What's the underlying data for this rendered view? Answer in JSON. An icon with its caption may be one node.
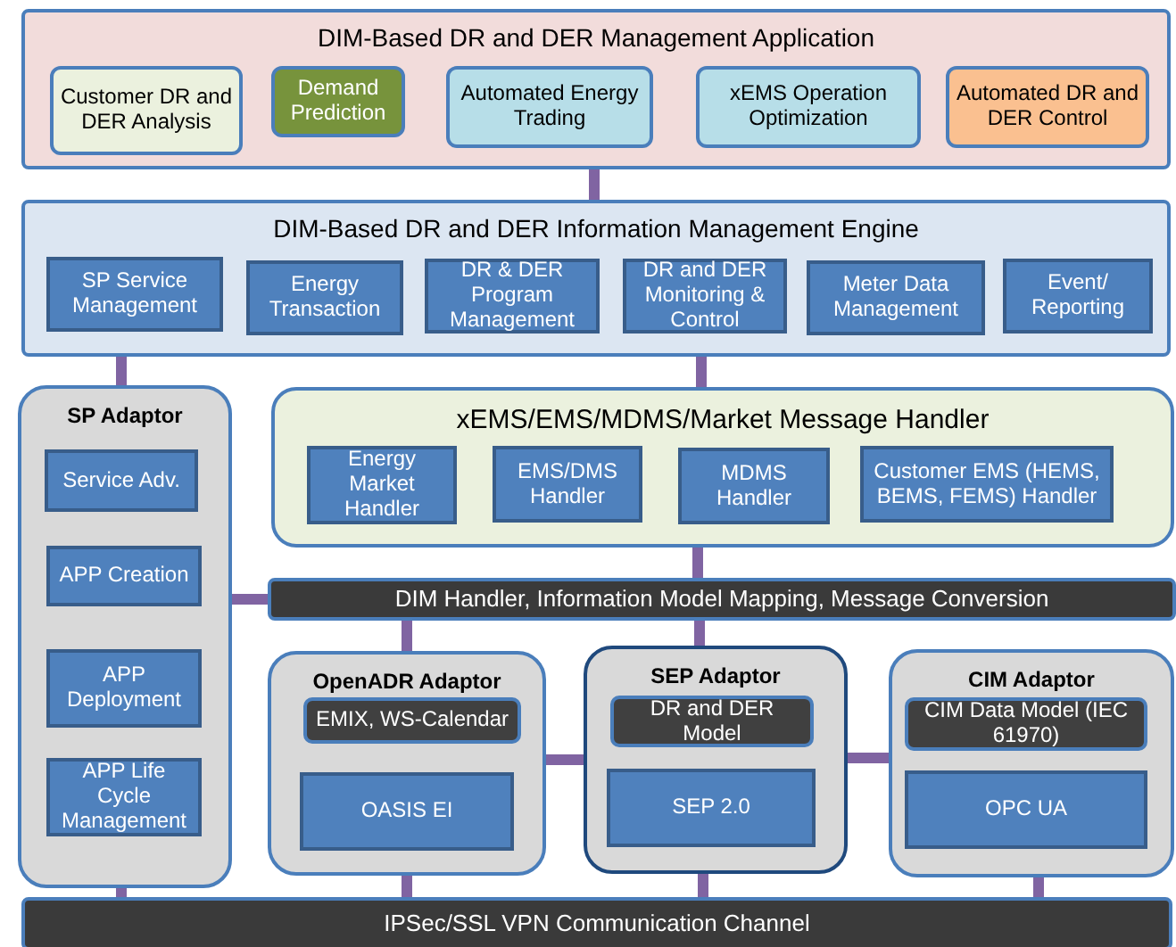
{
  "diagram": {
    "nodes": [
      {
        "text": [
          "DIM-Based DR and DER Management Application"
        ]
      },
      {
        "text": [
          "Customer DR and DER Analysis"
        ],
        "in": 0
      },
      {
        "text": [
          "Demand Prediction"
        ],
        "in": 0
      },
      {
        "text": [
          "Automated Energy Trading"
        ],
        "in": 0
      },
      {
        "text": [
          "xEMS Operation Optimization"
        ],
        "in": 0
      },
      {
        "text": [
          "Automated DR and DER Control"
        ],
        "in": 0
      },
      {
        "text": [
          "DIM-Based DR and DER Information Management Engine"
        ]
      },
      {
        "text": [
          "SP Service Management"
        ],
        "in": 6
      },
      {
        "text": [
          "Energy Transaction"
        ],
        "in": 6
      },
      {
        "text": [
          "DR & DER Program Management"
        ],
        "in": 6
      },
      {
        "text": [
          "DR and DER Monitoring & Control"
        ],
        "in": 6
      },
      {
        "text": [
          "Meter Data Management"
        ],
        "in": 6
      },
      {
        "text": [
          "Event/ Reporting"
        ],
        "in": 6
      },
      {
        "text": [
          "SP Adaptor"
        ]
      },
      {
        "text": [
          "Service Adv."
        ],
        "in": 13
      },
      {
        "text": [
          "APP Creation"
        ],
        "in": 13
      },
      {
        "text": [
          "APP Deployment"
        ],
        "in": 13
      },
      {
        "text": [
          "APP Life Cycle Management"
        ],
        "in": 13
      },
      {
        "text": [
          "xEMS/EMS/MDMS/Market Message Handler"
        ]
      },
      {
        "text": [
          "Energy Market Handler"
        ],
        "in": 18
      },
      {
        "text": [
          "EMS/DMS Handler"
        ],
        "in": 18
      },
      {
        "text": [
          "MDMS Handler"
        ],
        "in": 18
      },
      {
        "text": [
          "Customer EMS (HEMS, BEMS, FEMS) Handler"
        ],
        "in": 18
      },
      {
        "text": [
          "DIM Handler, Information Model Mapping, Message Conversion"
        ]
      },
      {
        "text": [
          "OpenADR Adaptor"
        ]
      },
      {
        "text": [
          "EMIX, WS-Calendar"
        ],
        "in": 24
      },
      {
        "text": [
          "OASIS EI"
        ],
        "in": 24
      },
      {
        "text": [
          "SEP Adaptor"
        ]
      },
      {
        "text": [
          "DR and DER Model"
        ],
        "in": 27
      },
      {
        "text": [
          "SEP 2.0"
        ],
        "in": 27
      },
      {
        "text": [
          "CIM Adaptor"
        ]
      },
      {
        "text": [
          "CIM Data Model (IEC 61970)"
        ],
        "in": 30
      },
      {
        "text": [
          "OPC UA"
        ],
        "in": 30
      },
      {
        "text": [
          "IPSec/SSL VPN Communication Channel"
        ]
      }
    ],
    "edges": [
      {
        "from": 0,
        "to": 6,
        "arrow": "none"
      },
      {
        "from": 6,
        "to": 13,
        "arrow": "none"
      },
      {
        "from": 6,
        "to": 18,
        "arrow": "none"
      },
      {
        "from": 18,
        "to": 23,
        "arrow": "none"
      },
      {
        "from": 13,
        "to": 23,
        "arrow": "none"
      },
      {
        "from": 23,
        "to": 24,
        "arrow": "none"
      },
      {
        "from": 23,
        "to": 27,
        "arrow": "none"
      },
      {
        "from": 24,
        "to": 27,
        "arrow": "none"
      },
      {
        "from": 27,
        "to": 30,
        "arrow": "none"
      },
      {
        "from": 13,
        "to": 33,
        "arrow": "none"
      },
      {
        "from": 24,
        "to": 33,
        "arrow": "none"
      },
      {
        "from": 27,
        "to": 33,
        "arrow": "none"
      },
      {
        "from": 30,
        "to": 33,
        "arrow": "none"
      }
    ]
  }
}
